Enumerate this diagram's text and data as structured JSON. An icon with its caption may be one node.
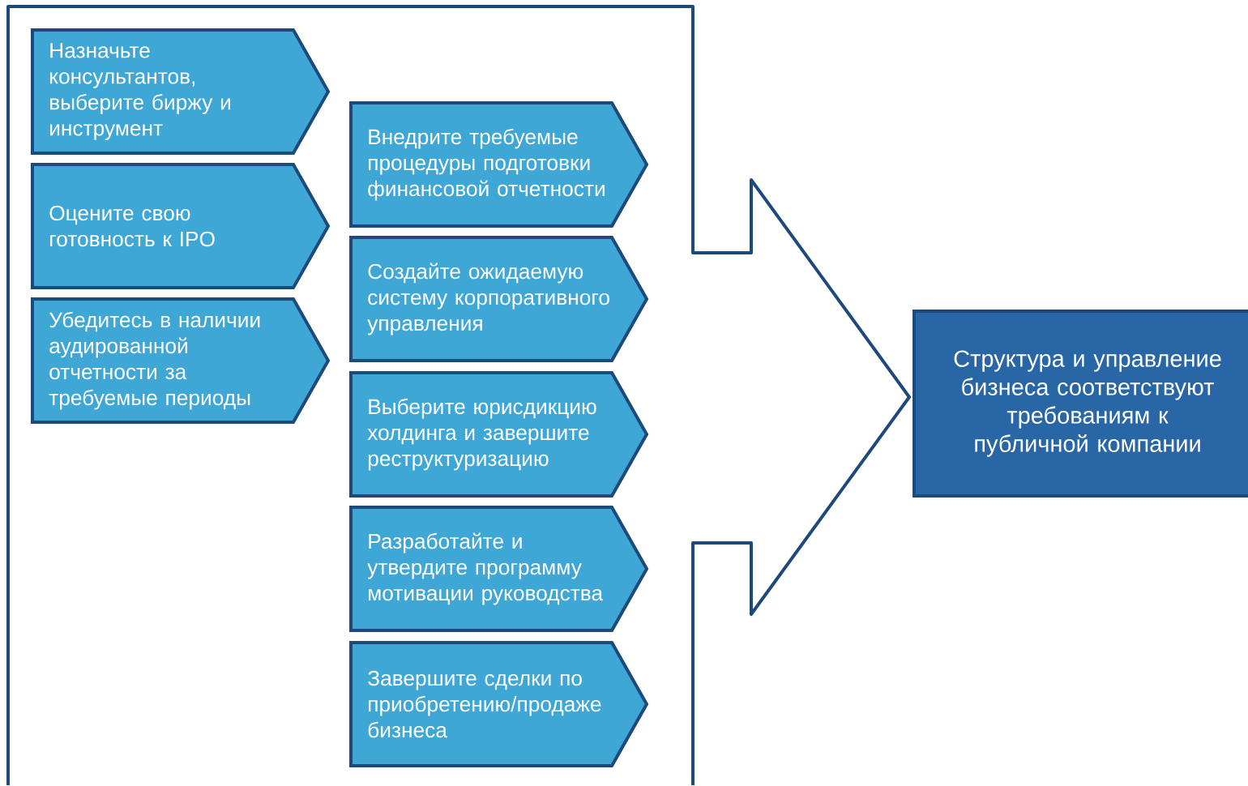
{
  "diagram": {
    "nodes": [
      {
        "text": [],
        "shape": "arrow"
      },
      {
        "text": [
          "Назначьте консультантов, выберите биржу и инструмент"
        ],
        "in": 0
      },
      {
        "text": [
          "Оцените свою готовность к IPO"
        ],
        "in": 0
      },
      {
        "text": [
          "Убедитесь в наличии аудированной отчетности за требуемые периоды"
        ],
        "in": 0
      },
      {
        "text": [
          "Внедрите требуемые процедуры подготовки финансовой отчетности"
        ],
        "in": 0
      },
      {
        "text": [
          "Создайте ожидаемую систему корпоративного управления"
        ],
        "in": 0
      },
      {
        "text": [
          "Выберите юрисдикцию холдинга и завершите реструктуризацию"
        ],
        "in": 0
      },
      {
        "text": [
          "Разработайте и утвердите программу мотивации руководства"
        ],
        "in": 0
      },
      {
        "text": [
          "Завершите сделки по приобретению/продаже бизнеса"
        ],
        "in": 0
      },
      {
        "text": [
          "Структура и управление бизнеса соответствуют требованиям к публичной компании"
        ]
      }
    ]
  }
}
